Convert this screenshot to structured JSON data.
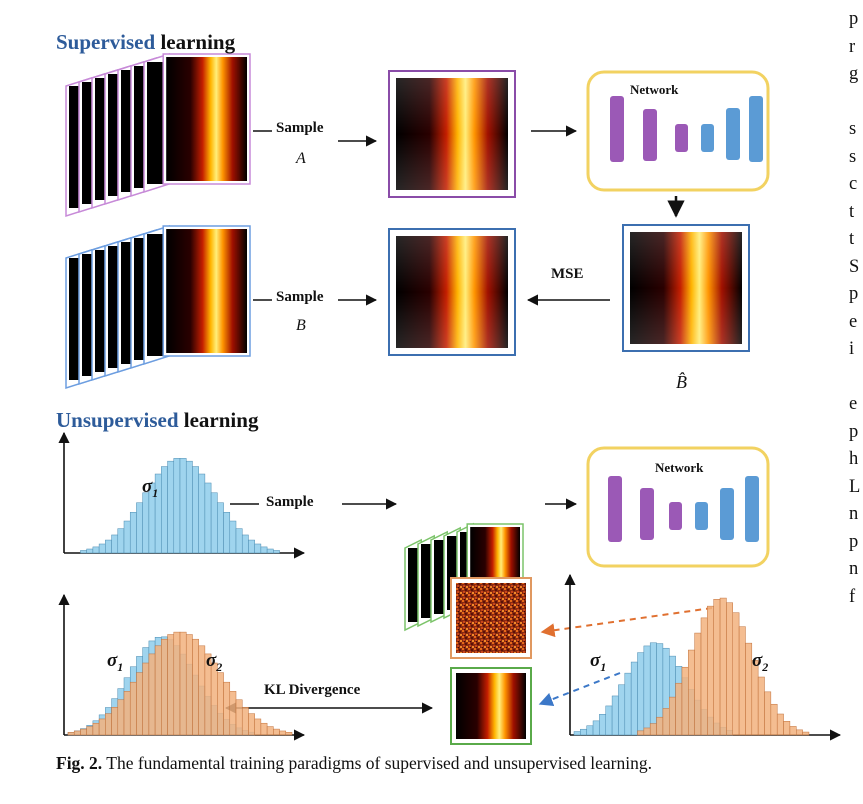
{
  "figure": {
    "supervised": {
      "heading_accent": "Supervised",
      "heading_rest": "learning"
    },
    "unsupervised": {
      "heading_accent": "Unsupervised",
      "heading_rest": "learning"
    },
    "sample_a": {
      "label": "Sample",
      "var": "A"
    },
    "sample_b": {
      "label": "Sample",
      "var": "B"
    },
    "network_label_top": "Network",
    "network_label_bottom": "Network",
    "mse_label": "MSE",
    "b_hat": "B̂",
    "sample_u": "Sample",
    "kl_label": "KL Divergence",
    "sigma1": "σ",
    "sigma_sub1": "1",
    "sigma_sub2": "2",
    "colors": {
      "accent": "#2d5b9a",
      "network_border": "#f2d261",
      "purple": "#9b59b6",
      "blue": "#5b9bd5",
      "hist_blue": "#9fd4ee",
      "hist_orange": "#f2b27e"
    }
  },
  "caption": {
    "label": "Fig. 2.",
    "text": "The fundamental training paradigms of supervised and unsupervised learning."
  },
  "body_fragments": [
    "p",
    "r",
    "g",
    "",
    "s",
    "s",
    "c",
    "t",
    "t",
    "S",
    "p",
    "e",
    "i",
    "",
    "e",
    "p",
    "h",
    "L",
    "n",
    "p",
    "n",
    "f"
  ]
}
